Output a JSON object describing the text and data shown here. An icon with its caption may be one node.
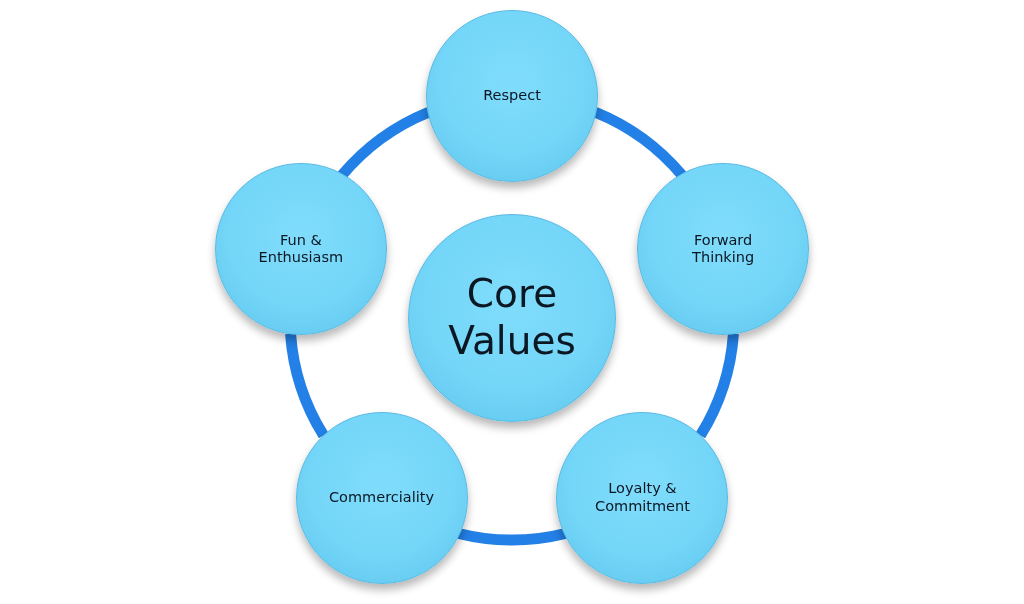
{
  "diagram": {
    "nodes": [
      {
        "text": [
          "Respect"
        ]
      },
      {
        "text": [
          "Fun & Enthusiasm"
        ]
      },
      {
        "text": [
          "Forward Thinking"
        ]
      },
      {
        "text": [
          "Core Values"
        ]
      },
      {
        "text": [
          "Commerciality"
        ]
      },
      {
        "text": [
          "Loyalty & Commitment"
        ]
      }
    ],
    "edges": [
      {
        "from": 0,
        "to": 2,
        "arrow": "none"
      },
      {
        "from": 2,
        "to": 5,
        "arrow": "none"
      },
      {
        "from": 5,
        "to": 4,
        "arrow": "none"
      },
      {
        "from": 4,
        "to": 1,
        "arrow": "none"
      },
      {
        "from": 1,
        "to": 0,
        "arrow": "none"
      }
    ]
  }
}
